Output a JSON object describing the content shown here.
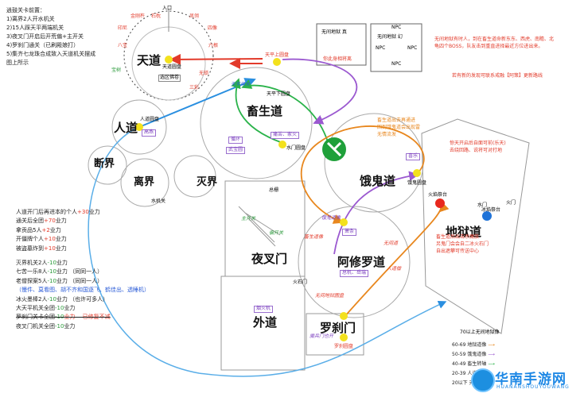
{
  "notes": {
    "lines": [
      "逍鼓关卡前置：",
      "1)离界2人开水机关",
      "2)15人踩天平两端机关",
      "3)夜叉门开启后开荒偏+主开关",
      "4)罗刹门通关（已刷殿娘打）",
      "5)集齐七龙珠合成致入天道机关摆成",
      "图上所示"
    ]
  },
  "stats": {
    "group1": [
      {
        "text": "人道开门后再进本的个人",
        "value": "+30",
        "unit": "业力"
      },
      {
        "text": "通关后全团",
        "value": "+70",
        "unit": "业力"
      },
      {
        "text": "拿贡品5人",
        "value": "+2",
        "unit": "业力"
      },
      {
        "text": "开僵牌个人",
        "value": "+10",
        "unit": "业力"
      },
      {
        "text": "被盗墓炸到",
        "value": "+10",
        "unit": "业力"
      }
    ],
    "group2": [
      {
        "text": "灭界机关2人",
        "value": "-10",
        "unit": "业力"
      },
      {
        "text": "七苦一乐8人",
        "value": "-10",
        "unit": "业力  （同同一人）"
      },
      {
        "text": "老僧探案5人",
        "value": "-10",
        "unit": "业力  （同同一人）"
      },
      {
        "text": "（慢件、莫看图、胡不齐和国逐飞、鹤佳出、透睡机）",
        "value": "",
        "unit": ""
      },
      {
        "text": "冰火墨棒2人",
        "value": "-10",
        "unit": "业力  （也许可多人）"
      },
      {
        "text": "大天平机关全团",
        "value": "-10",
        "unit": "业力"
      },
      {
        "text": "罗刹门关卡全团",
        "value": "-10",
        "unit": "业力  —已修复不减"
      },
      {
        "text": "夜叉门机关全团",
        "value": "-10",
        "unit": "业力"
      }
    ]
  },
  "realms": {
    "tiandao": "天道",
    "rendao": "人道",
    "duanjie": "断界",
    "lijie": "离界",
    "huijie": "灭界",
    "chushengdao": "畜生道",
    "eguidao": "饿鬼道",
    "diyudao": "地狱道",
    "yechamen": "夜叉门",
    "axiuluodao": "阿修罗道",
    "waidao": "外道",
    "luochamen": "罗刹门"
  },
  "ring": {
    "entrance": "入口",
    "labels": [
      "金刚杵",
      "石枕",
      "印尼",
      "凤翎",
      "四像",
      "六根",
      "八宝",
      "无锁",
      "三彩",
      "宝树"
    ],
    "pan": "天道圆盘",
    "elite": "选区佛卷"
  },
  "labels": {
    "tianping_top": "天平上圆盘",
    "tianping_gate": "天平闸关",
    "tianping_bottom": "天平下圆盘",
    "rendao_pan": "人道圆盘",
    "rendao_tag": "高燕",
    "shuiji": "水机关",
    "chusheng_box1": "循环",
    "chusheng_box2": "武宝圆",
    "chusheng_box3": "痛苦、家火",
    "shuimen_pan": "水门圆盘",
    "egui_note": "畜生道出去再通进\n回到饿鬼道会出现雷\n无情流发",
    "egui_pan": "饿鬼圆盘",
    "egui_tag": "喜乐",
    "zongguan": "总栅",
    "yecha_tag1": "主开关",
    "yecha_tag2": "偏开关",
    "xiuluo_note1": "无间道",
    "xiuluo_note2": "人道僧",
    "xiuluo_note3": "畜生道像",
    "xiuluo_note4": "饿鬼道像",
    "xiuluo_box": "总机、岳瑞",
    "xiuluo_box2": "萧条",
    "huomen": "火石门",
    "wujian_pan": "无间地狱圆盘",
    "huomen2": "火门",
    "waidao_box": "烟火机",
    "luocha_note": "魔兵门也开",
    "luocha_pan": "罗刹圆盘",
    "diyu_note": "惊天开启后自面可前(乐天)\n去绕回路、说将可对打地",
    "huojianjitai": "火焰祭台",
    "bingjitai": "冰焰祭台",
    "shuimen": "水门",
    "diyu_note2": "畜生道后出击杀魔族\n另鬼门会会自二冰火石门\n自出遮攀可传送中心",
    "wujian_a": "无间地狱 真",
    "wujian_b": "无间地狱 幻",
    "npc": "NPC",
    "wujian_a_sub": "你此身相将离",
    "red_note": "无间地狱有时人，到在畜生道命新东东、西虎、南瞻、北\n龟四个BOSS，队友击到重直进择最近方位进出来。",
    "red_note2": "若有新的发现可联系戒融【阿策】更新路线",
    "legend_title": "70以上无间地狱像"
  },
  "legend": [
    {
      "label": "60-69  地狱道像",
      "color": "#e8871e"
    },
    {
      "label": "50-59  饿鬼道像",
      "color": "#9b59d0"
    },
    {
      "label": "40-49  畜生转轴",
      "color": "#2ab34a"
    },
    {
      "label": "20-39  人道像",
      "color": "#2a6fd7"
    },
    {
      "label": "20以下  天道像",
      "color": "#e23a2a"
    }
  ],
  "watermark": {
    "title": "华南手游网",
    "sub": "HUANANSHOUYOUWANG"
  }
}
